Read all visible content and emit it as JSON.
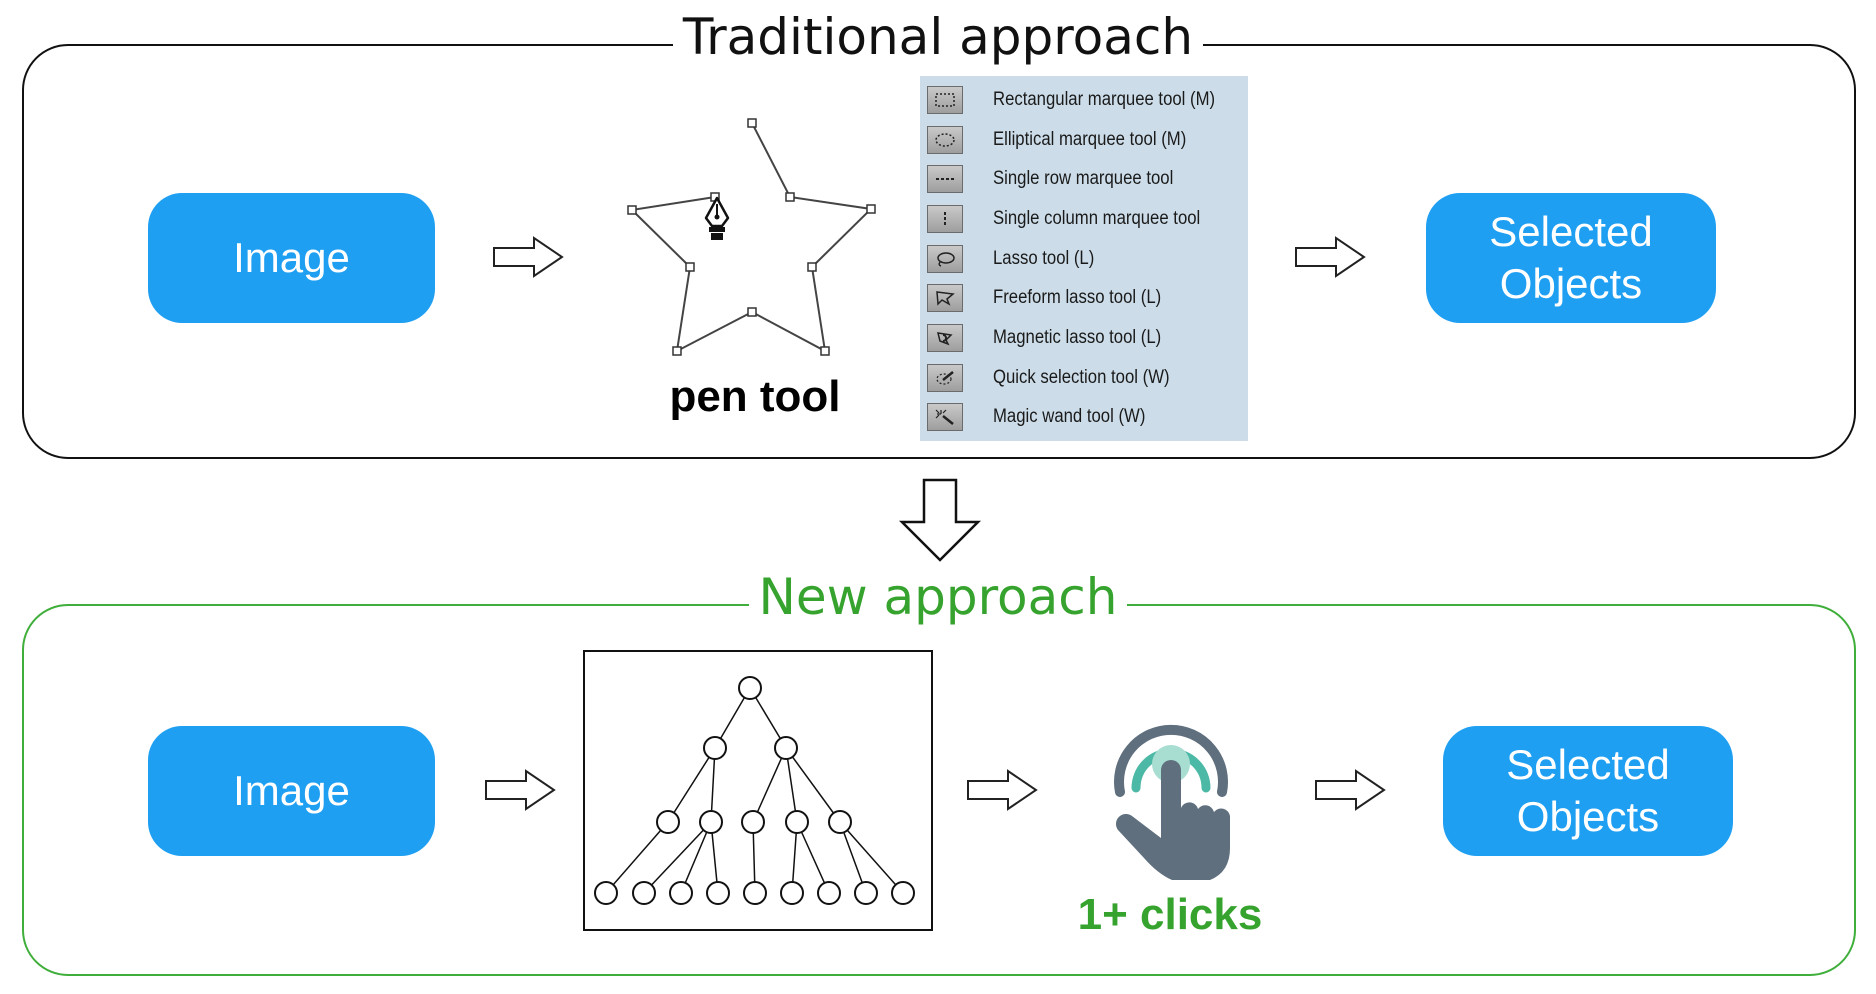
{
  "traditional": {
    "title": "Traditional approach",
    "image_label": "Image",
    "result_label": "Selected Objects",
    "pen_tool_label": "pen tool",
    "tools": [
      {
        "label": "Rectangular marquee tool  (M)",
        "icon": "rectangular-marquee-icon"
      },
      {
        "label": "Elliptical marquee tool  (M)",
        "icon": "elliptical-marquee-icon"
      },
      {
        "label": "Single row marquee tool",
        "icon": "single-row-marquee-icon"
      },
      {
        "label": "Single column marquee tool",
        "icon": "single-column-marquee-icon"
      },
      {
        "label": "Lasso tool  (L)",
        "icon": "lasso-icon"
      },
      {
        "label": "Freeform lasso tool  (L)",
        "icon": "freeform-lasso-icon"
      },
      {
        "label": "Magnetic lasso tool  (L)",
        "icon": "magnetic-lasso-icon"
      },
      {
        "label": "Quick selection tool  (W)",
        "icon": "quick-selection-icon"
      },
      {
        "label": "Magic wand tool  (W)",
        "icon": "magic-wand-icon"
      }
    ]
  },
  "new": {
    "title": "New approach",
    "image_label": "Image",
    "result_label": "Selected Objects",
    "clicks_label": "1+ clicks"
  },
  "colors": {
    "accent_blue": "#1f9ff2",
    "new_green": "#36a32e",
    "hand_gray": "#5f6f7e",
    "touch_teal": "#4cb9a6"
  }
}
